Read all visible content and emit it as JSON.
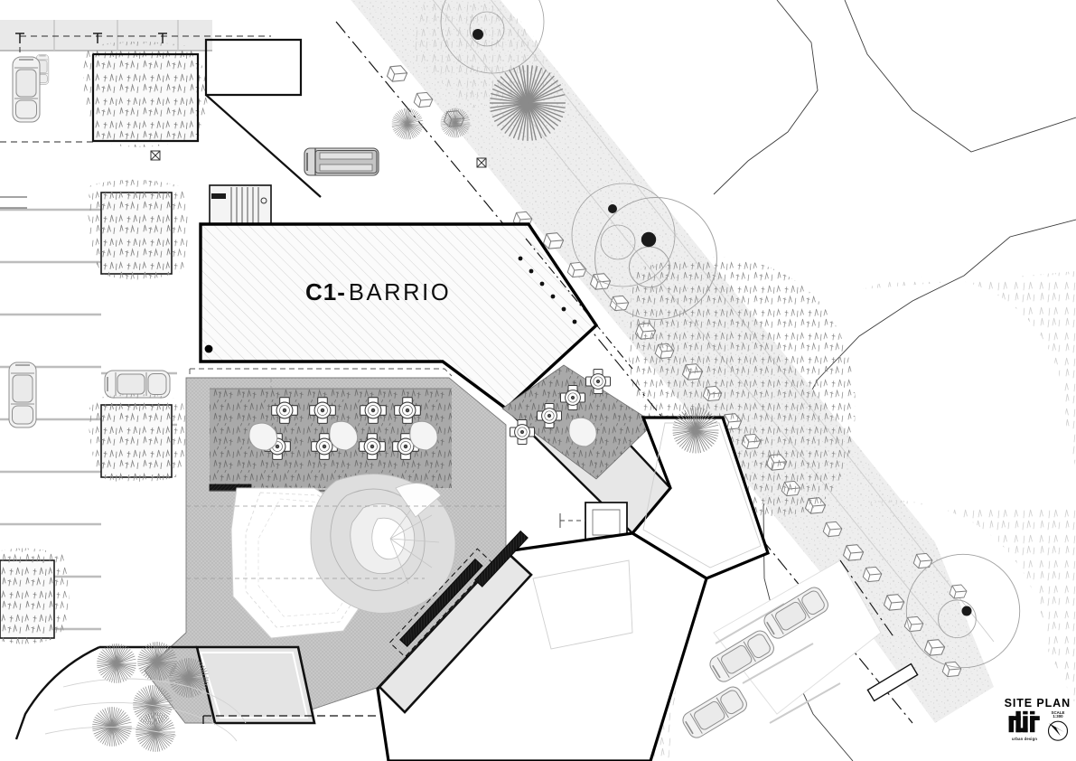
{
  "drawing": {
    "type": "architectural-site-plan",
    "sheet_title": "SITE PLAN",
    "background_color": "#ffffff",
    "line_color": "#000000"
  },
  "labels": {
    "building_main_bold": "C1-",
    "building_main_regular": "BARRIO",
    "building_main_full": "C1-BARRIO"
  },
  "titleblock": {
    "title": "SITE PLAN",
    "firm_logo_text": "dfj",
    "firm_tagline": "urban design",
    "scale_label": "SCALE",
    "scale_value": "1:300",
    "north_arrow": "north-arrow"
  },
  "palette": {
    "paper": "#ffffff",
    "building_fill": "#fbfbfb",
    "building_hatch": "#c9c9c9",
    "building_outline": "#000000",
    "plaza_paving": "#c0c0c0",
    "plaza_paving_alt": "#c8c8c8",
    "walk_light": "#e5e5e5",
    "planting_fill": "#a8a8a8",
    "tree_canopy": "#9a9a9a",
    "creek_gravel": "#e8e8e8",
    "car_gray": "#8c8c8c",
    "stage_white": "#ffffff",
    "dark_bench": "#111111"
  },
  "site_elements": {
    "buildings": [
      {
        "name": "C1-BARRIO",
        "fill": "hatched",
        "label_visible": true
      },
      {
        "name": "east-pavilion",
        "fill": "solid-outline",
        "label_visible": false
      },
      {
        "name": "south-annex",
        "fill": "solid-outline",
        "label_visible": false
      },
      {
        "name": "north-kiosk",
        "fill": "solid-outline",
        "label_visible": false
      }
    ],
    "plaza": {
      "name": "central-plaza",
      "paving": "fine-crosshatch",
      "stage_platform": "white-polygon-terrace"
    },
    "planting_beds": [
      {
        "name": "north-cafe-garden",
        "tables": 8,
        "planters": 3
      },
      {
        "name": "east-cafe-garden",
        "tables": 4,
        "planters": 1
      },
      {
        "name": "parking-island-north"
      },
      {
        "name": "parking-island-mid"
      },
      {
        "name": "parking-island-south"
      }
    ],
    "trees": {
      "radial_burst_count": 9,
      "canopy_circle_count": 5
    },
    "parking": {
      "west_lot_stalls": 9,
      "west_lot_cars": 3,
      "southeast_lot_cars": 3,
      "north_van": 1
    },
    "creek": {
      "name": "stream-corridor",
      "texture": "gravel-stipple",
      "boulders": 24
    },
    "site_furniture": {
      "cafe_tables_total": 12,
      "benches": 2,
      "bollards": 6
    },
    "linework": {
      "property_line": "dash-dot",
      "setback_line": "dashed",
      "contour_line": "thin-solid"
    }
  }
}
